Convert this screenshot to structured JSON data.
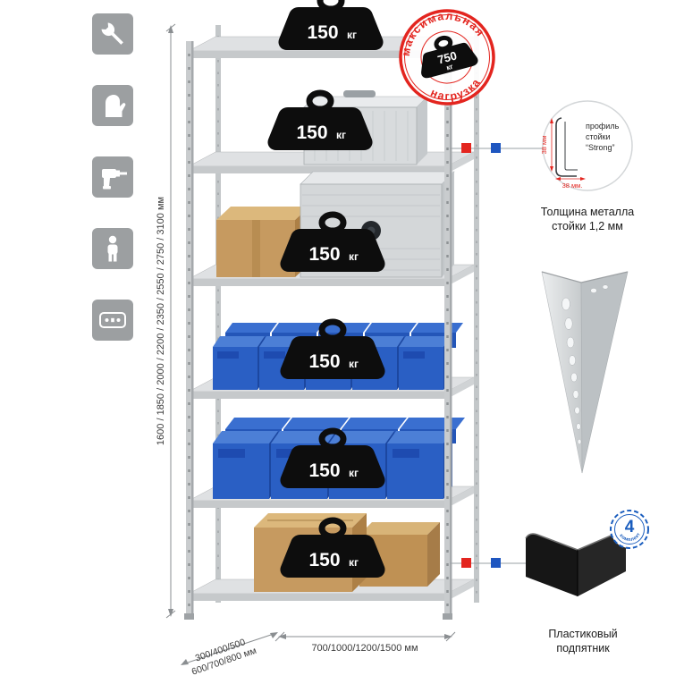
{
  "icon_tiles": [
    {
      "icon": "wrench"
    },
    {
      "icon": "gloves"
    },
    {
      "icon": "drill"
    },
    {
      "icon": "person"
    },
    {
      "icon": "profile-spec"
    }
  ],
  "dims": {
    "height": "1600 / 1850 / 2000 / 2200 / 2350 / 2550 / 2750 / 3100 мм",
    "depth_line1": "300/400/500",
    "depth_line2": "600/700/800 мм",
    "width": "700/1000/1200/1500 мм"
  },
  "loads": [
    "150",
    "150",
    "150",
    "150",
    "150",
    "150"
  ],
  "load_unit": "кг",
  "stamp": {
    "arc_top": "максимальная",
    "arc_bottom": "нагрузка",
    "value": "750",
    "unit": "кг"
  },
  "profile": {
    "text_line1": "профиль",
    "text_line2": "стойки",
    "text_line3": "“Strong”",
    "dim_vertical": "38 мм",
    "dim_horizontal": "38 мм.",
    "caption_line1": "Толщина металла",
    "caption_line2": "стойки 1,2 мм"
  },
  "foot": {
    "badge_value": "4",
    "badge_label": "в комплекте",
    "caption_line1": "Пластиковый",
    "caption_line2": "подпятник"
  },
  "colors": {
    "accent_red": "#e3251f",
    "accent_blue": "#1e56c0",
    "bin_blue": "#2a5fc4",
    "tile_gray": "#9c9fa1",
    "shelf_gray": "#dfe1e3"
  }
}
